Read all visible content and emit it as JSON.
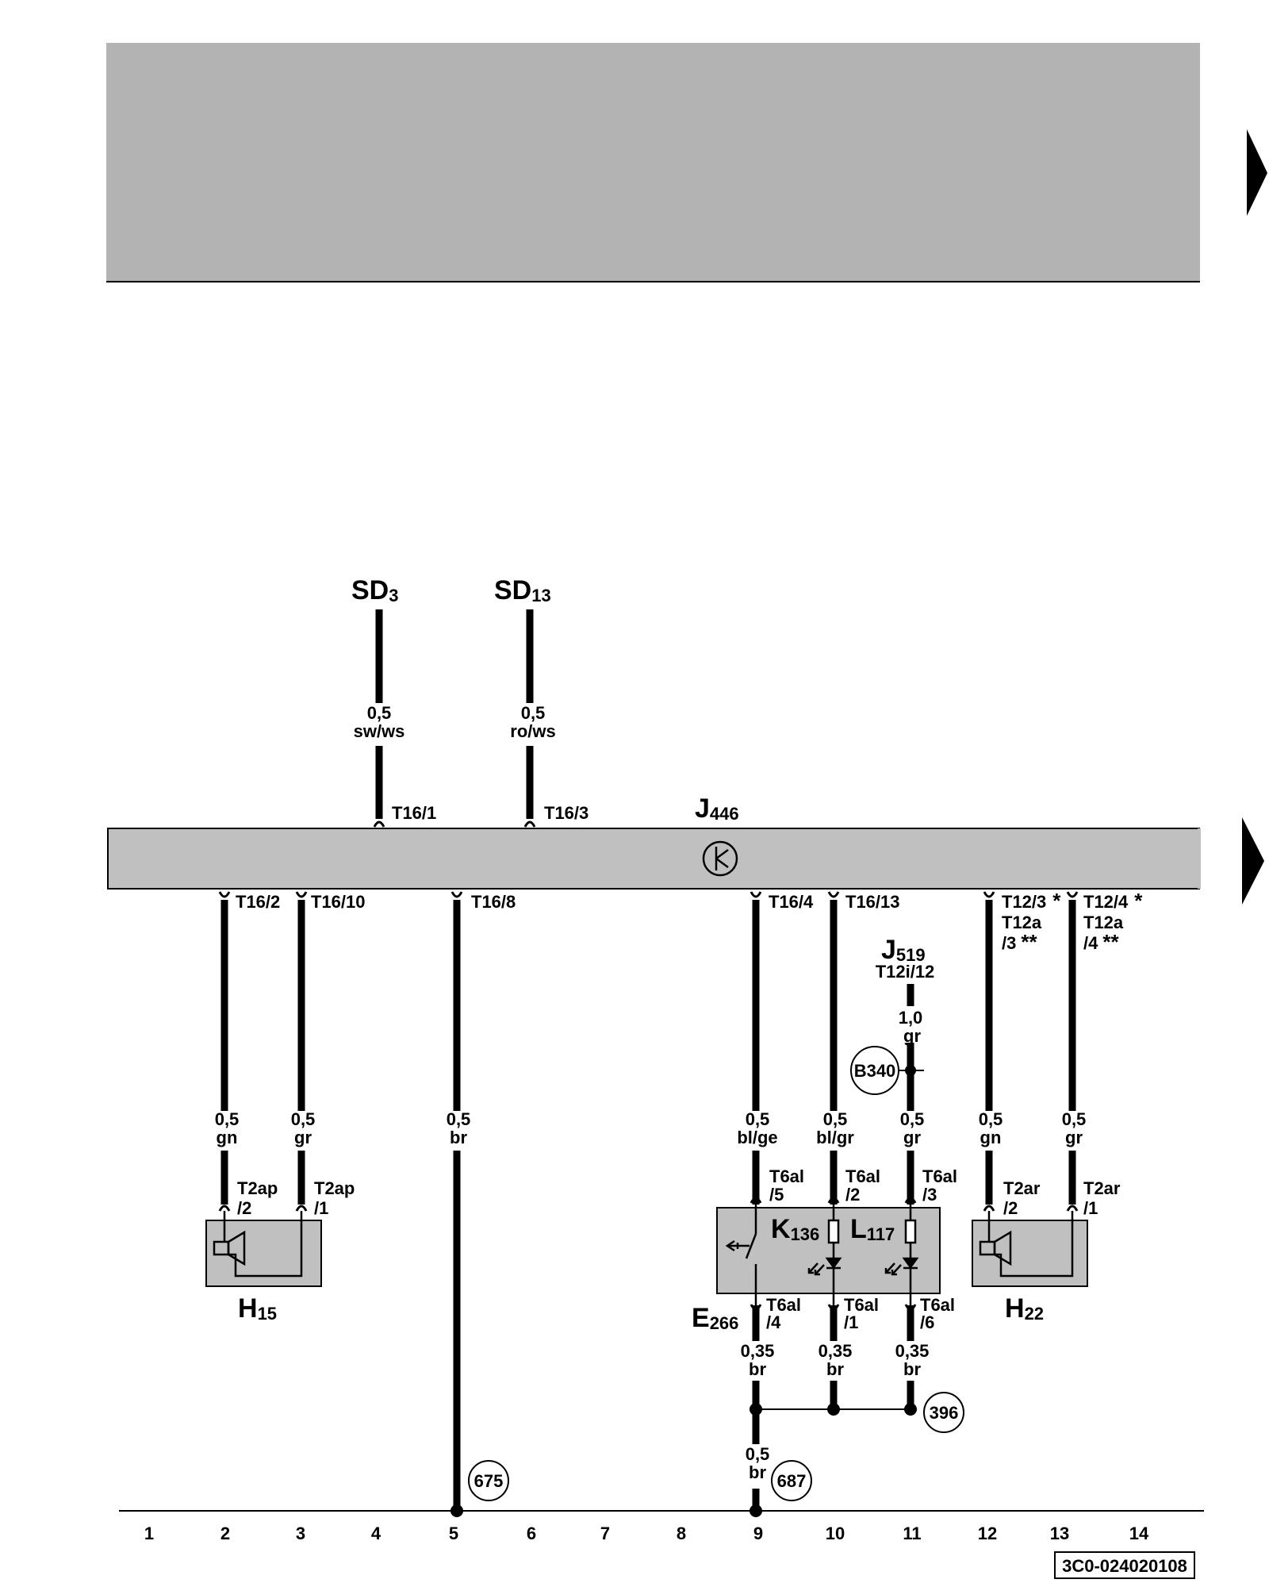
{
  "header_band": {
    "color": "#b3b3b3"
  },
  "next_page_arrows": [
    "next-page-arrow-icon",
    "next-page-arrow-icon"
  ],
  "signals": {
    "sd3": {
      "main": "SD",
      "sub": "3"
    },
    "sd13": {
      "main": "SD",
      "sub": "13"
    }
  },
  "control_unit": {
    "main": "J",
    "sub": "446",
    "icon": "park-assist-icon",
    "color": "#c0c0c0"
  },
  "j519": {
    "main": "J",
    "sub": "519",
    "pin": "T12i/12"
  },
  "connection_point": "B340",
  "components": {
    "h15": {
      "main": "H",
      "sub": "15",
      "icon": "speaker-icon"
    },
    "h22": {
      "main": "H",
      "sub": "22",
      "icon": "speaker-icon"
    },
    "k136": {
      "main": "K",
      "sub": "136",
      "icon": "led-icon"
    },
    "l117": {
      "main": "L",
      "sub": "117",
      "icon": "led-icon"
    },
    "e266": {
      "main": "E",
      "sub": "266",
      "icon": "switch-icon"
    }
  },
  "pins": {
    "t16_1": "T16/1",
    "t16_3": "T16/3",
    "t16_2": "T16/2",
    "t16_10": "T16/10",
    "t16_8": "T16/8",
    "t16_4": "T16/4",
    "t16_13": "T16/13",
    "t12_3": "T12/3",
    "t12_4": "T12/4",
    "star1": "*",
    "star2": "**",
    "t12a": "T12a",
    "t12a_3": "/3",
    "t12a_4": "/4",
    "t2ap": "T2ap",
    "t2ap_2": "/2",
    "t2ap_1": "/1",
    "t2ar": "T2ar",
    "t2ar_2": "/2",
    "t2ar_1": "/1",
    "t6al": "T6al",
    "t6al_5": "/5",
    "t6al_2": "/2",
    "t6al_3": "/3",
    "t6al_4": "/4",
    "t6al_1": "/1",
    "t6al_6": "/6"
  },
  "wires": {
    "sd3": {
      "size": "0,5",
      "color": "sw/ws"
    },
    "sd13": {
      "size": "0,5",
      "color": "ro/ws"
    },
    "h15_a": {
      "size": "0,5",
      "color": "gn"
    },
    "h15_b": {
      "size": "0,5",
      "color": "gr"
    },
    "ground5": {
      "size": "0,5",
      "color": "br"
    },
    "e266_in": {
      "size": "0,5",
      "color": "bl/ge"
    },
    "k136_in": {
      "size": "0,5",
      "color": "bl/gr"
    },
    "j519_wire": {
      "size": "1,0",
      "color": "gr"
    },
    "l117_in": {
      "size": "0,5",
      "color": "gr"
    },
    "h22_a": {
      "size": "0,5",
      "color": "gn"
    },
    "h22_b": {
      "size": "0,5",
      "color": "gr"
    },
    "out9": {
      "size": "0,35",
      "color": "br"
    },
    "out10": {
      "size": "0,35",
      "color": "br"
    },
    "out11": {
      "size": "0,35",
      "color": "br"
    },
    "ground9": {
      "size": "0,5",
      "color": "br"
    }
  },
  "grounds": {
    "g675": "675",
    "g687": "687",
    "g396": "396"
  },
  "tracks": [
    "1",
    "2",
    "3",
    "4",
    "5",
    "6",
    "7",
    "8",
    "9",
    "10",
    "11",
    "12",
    "13",
    "14"
  ],
  "reference": "3C0-024020108"
}
